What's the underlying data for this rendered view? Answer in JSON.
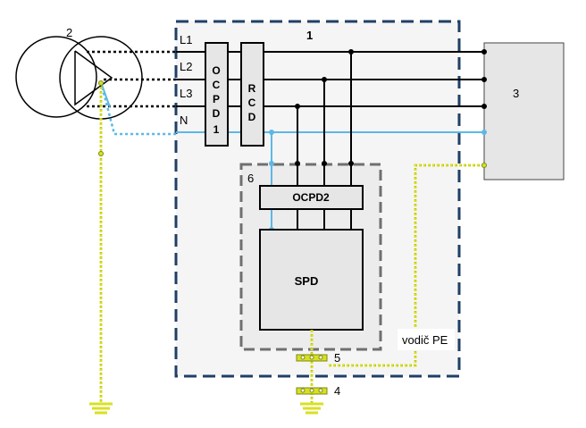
{
  "diagram": {
    "labels": {
      "box_number": "1",
      "transformer_number": "2",
      "load_number": "3",
      "earth_number": "4",
      "terminal_number": "5",
      "spd_box_number": "6",
      "line1": "L1",
      "line2": "L2",
      "line3": "L3",
      "neutral": "N",
      "ocpd1_letters": [
        "O",
        "C",
        "P",
        "D",
        "1"
      ],
      "rcd_letters": [
        "R",
        "C",
        "D"
      ],
      "ocpd2": "OCPD2",
      "spd": "SPD",
      "pe_conductor": "vodič PE"
    },
    "colors": {
      "line": "#000000",
      "neutral": "#5bb8e6",
      "protective_earth": "#d9e021",
      "pe_dots": "#9aa51a",
      "enclosure": "#1f3f66",
      "spd_enclosure": "#6f6f6f",
      "box_fill": "#f5f5f5",
      "component_fill": "#e6e6e6"
    }
  }
}
